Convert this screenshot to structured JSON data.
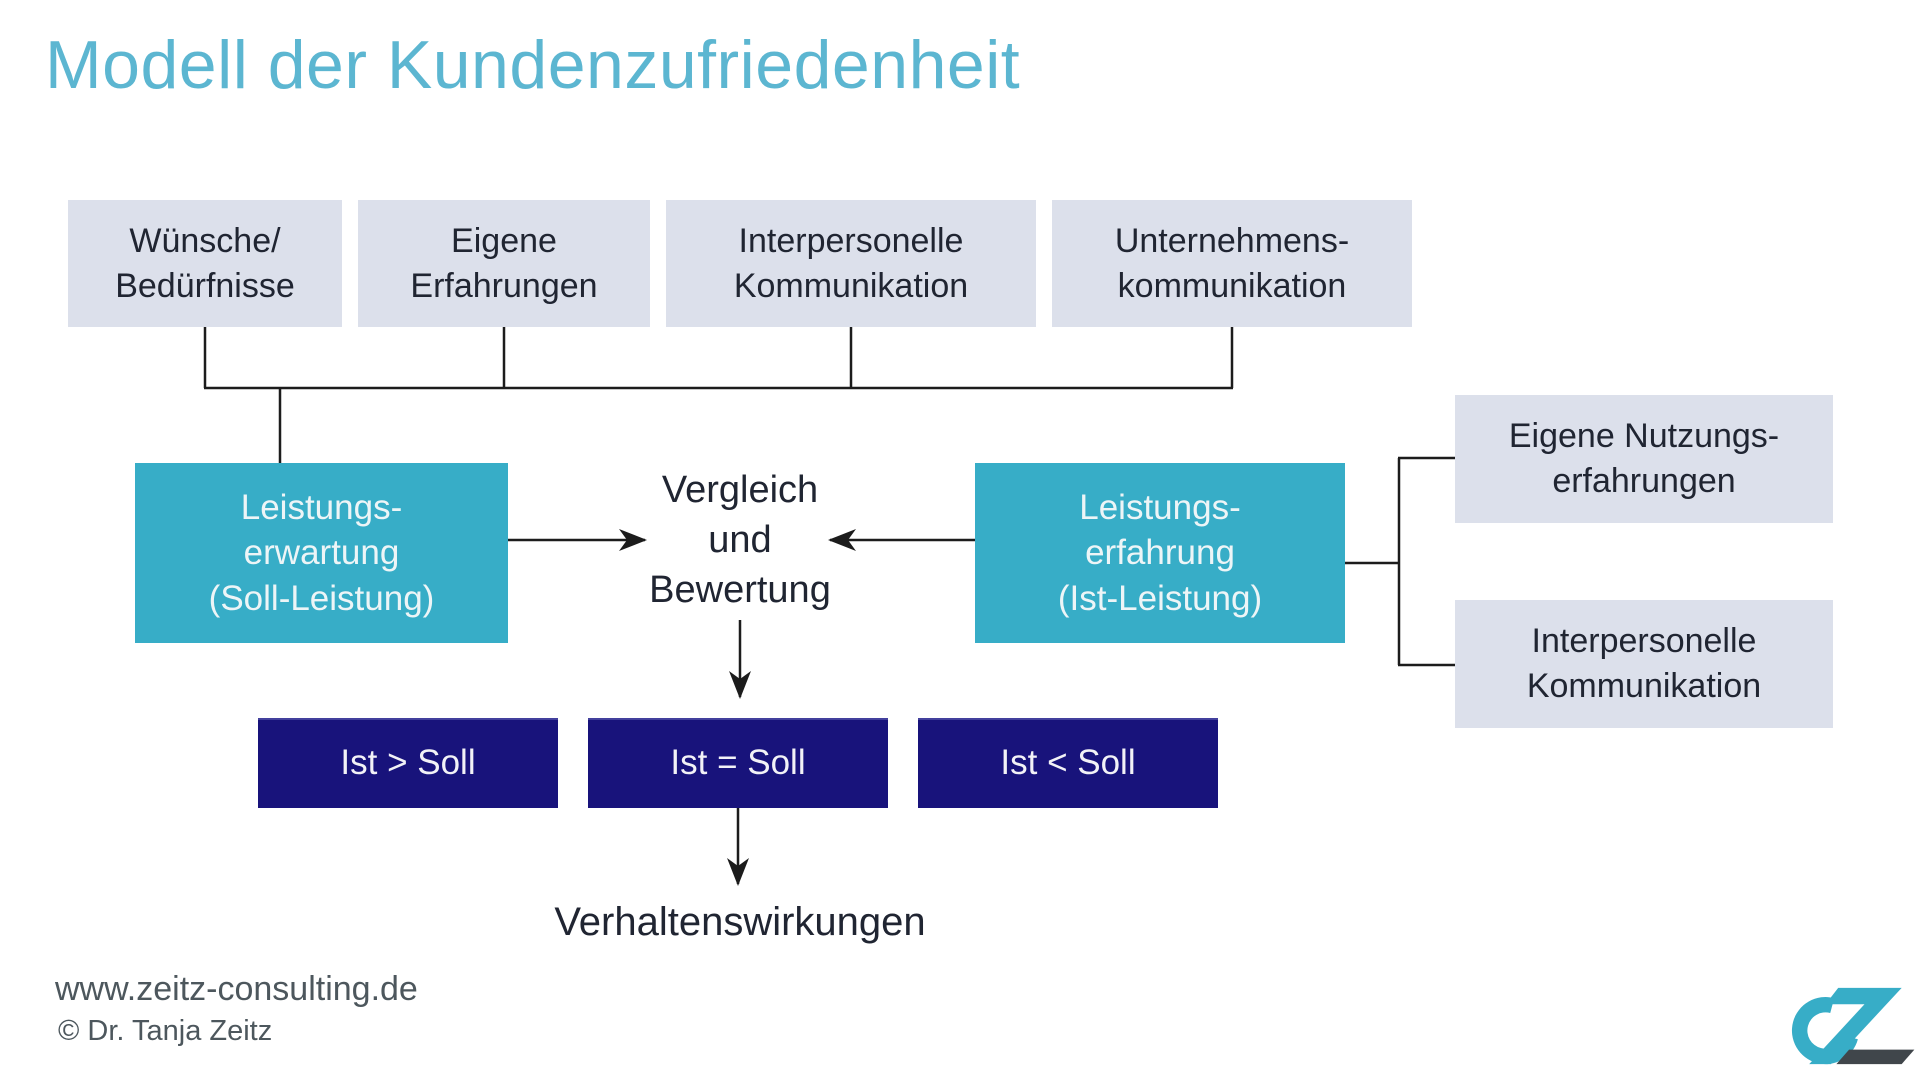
{
  "title": "Modell der Kundenzufriedenheit",
  "colors": {
    "title_teal": "#5cb6d1",
    "accent_teal": "#37adc7",
    "box_gray": "#dce0eb",
    "navy": "#18137b",
    "text_dark": "#202532",
    "line": "#1c1c1c",
    "footer_gray": "#4d575d",
    "logo_dark": "#40464b"
  },
  "top_boxes": [
    "Wünsche/\nBedürfnisse",
    "Eigene\nErfahrungen",
    "Interpersonelle\nKommunikation",
    "Unternehmens-\nkommunikation"
  ],
  "expectation_box": "Leistungs-\nerwartung\n(Soll-Leistung)",
  "comparison_label": "Vergleich\nund\nBewertung",
  "experience_box": "Leistungs-\nerfahrung\n(Ist-Leistung)",
  "right_boxes": [
    "Eigene Nutzungs-\nerfahrungen",
    "Interpersonelle\nKommunikation"
  ],
  "outcome_boxes": [
    "Ist > Soll",
    "Ist = Soll",
    "Ist < Soll"
  ],
  "behavior_label": "Verhaltenswirkungen",
  "footer": {
    "website": "www.zeitz-consulting.de",
    "copyright": "© Dr. Tanja Zeitz"
  },
  "logo_name": "zeitz-consulting-logo"
}
